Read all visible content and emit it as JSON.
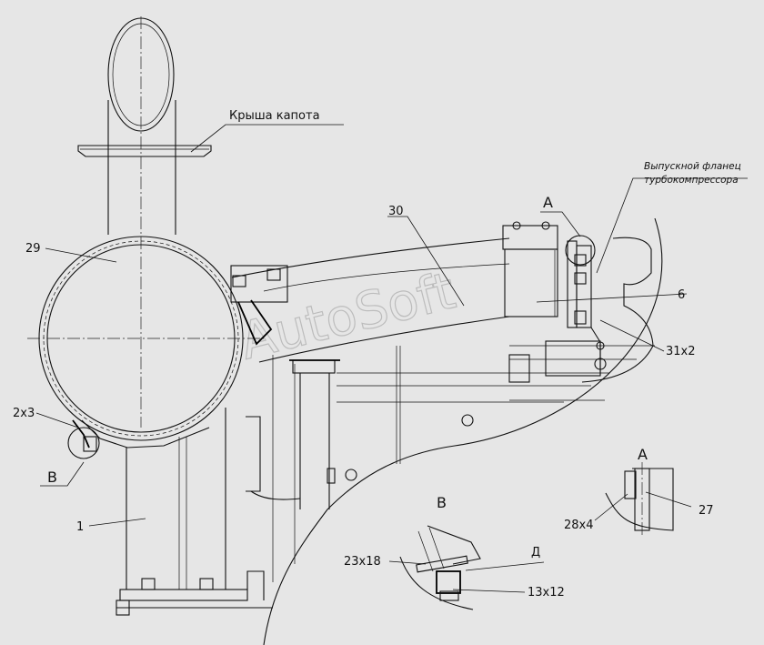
{
  "labels": {
    "roof": "Крыша капота",
    "flange_line1": "Выпускной фланец",
    "flange_line2": "турбокомпрессора",
    "view_a_top": "A",
    "n30": "30",
    "n29": "29",
    "n6": "6",
    "n31": "31x2",
    "n2x3": "2x3",
    "view_b_main": "B",
    "n1": "1",
    "view_b_detail": "B",
    "n23": "23x18",
    "d_mark": "Д",
    "n13": "13x12",
    "view_a_detail": "A",
    "n28": "28x4",
    "n27": "27"
  },
  "watermark": "AutoSoft"
}
